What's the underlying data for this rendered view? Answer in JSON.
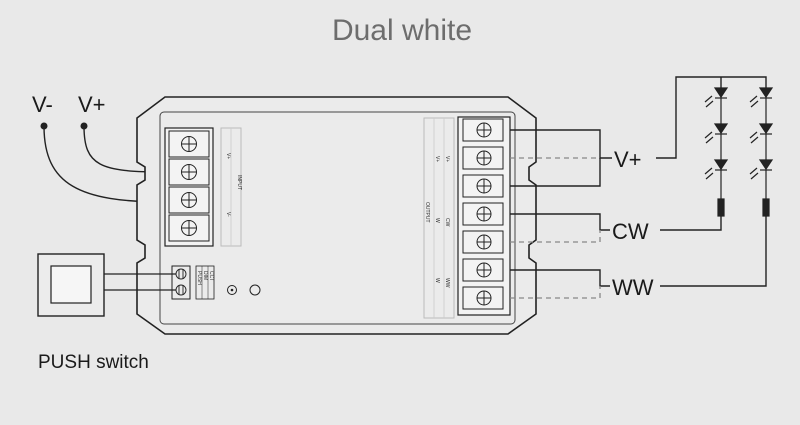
{
  "title": "Dual white",
  "input_labels": {
    "v_minus": "V-",
    "v_plus": "V+"
  },
  "output_labels": {
    "v_plus": "V+",
    "cw": "CW",
    "ww": "WW"
  },
  "switch_label": "PUSH switch",
  "controller": {
    "input_panel": {
      "name": "INPUT",
      "pin_plus": "V+",
      "pin_minus": "V-"
    },
    "output_panel": {
      "name": "OUTPUT",
      "pins_upper": [
        "V+",
        "V+"
      ],
      "pins_mid": [
        "W",
        "CW"
      ],
      "pins_lower": [
        "W",
        "WW"
      ]
    },
    "push_panel": {
      "col1": "PUSH",
      "col2": "DIM",
      "col3": "CCT"
    }
  },
  "colors": {
    "background": "#e9e9e9",
    "line": "#222222",
    "title": "#6d6d6d",
    "dashed": "#888888"
  }
}
